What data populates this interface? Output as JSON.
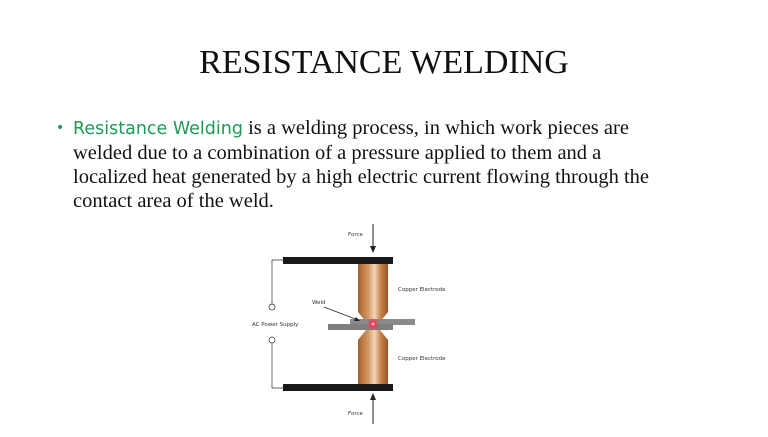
{
  "slide": {
    "title": "RESISTANCE WELDING",
    "bullet": {
      "marker": "•",
      "term": "Resistance Welding",
      "line1_rest": " is a welding process, in which work pieces are",
      "line2": "welded due to a combination of a pressure applied to them and a",
      "line3": "localized heat generated by a high electric current flowing through the",
      "line4": "contact area of the weld."
    },
    "colors": {
      "term": "#1e9b57",
      "text": "#111111",
      "copper": "#c0783e",
      "bar": "#1a1a1a",
      "workpiece": "#8a8a8a",
      "weld_spot": "#e0213a"
    }
  },
  "diagram": {
    "labels": {
      "force_top": "Force",
      "force_bottom": "Force",
      "copper_top": "Copper Electrode",
      "copper_bottom": "Copper Electrode",
      "weld": "Weld",
      "power_supply": "AC Power Supply"
    }
  }
}
